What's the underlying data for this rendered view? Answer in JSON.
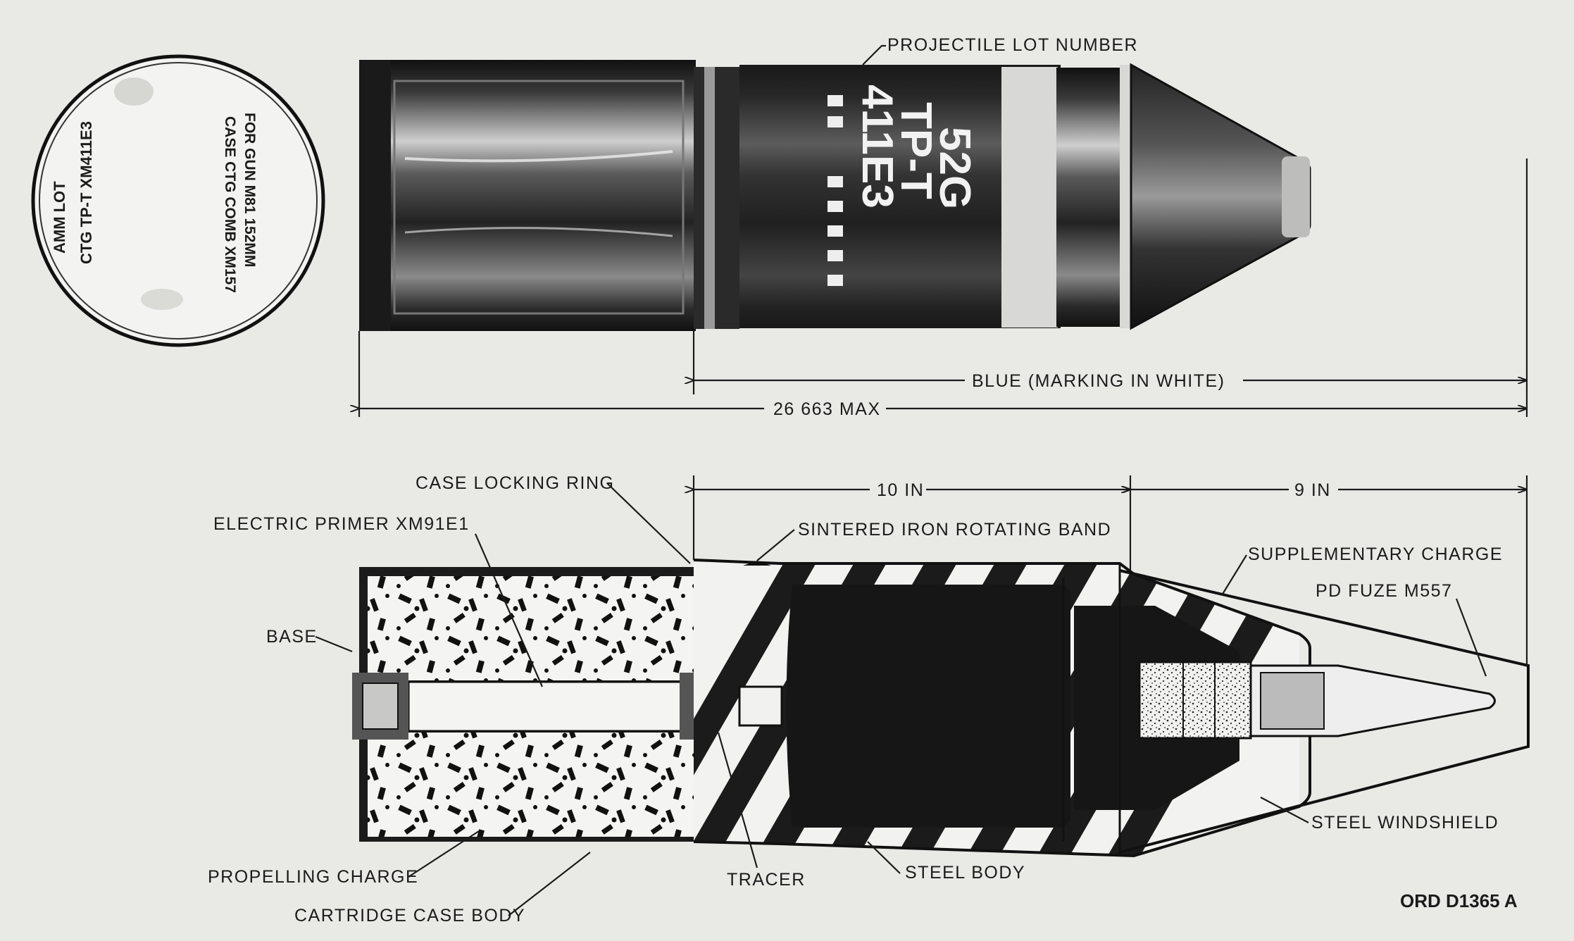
{
  "base_marking": {
    "line1": "AMM LOT",
    "line2": "CTG TP-T XM411E3",
    "line3": "CASE CTG COMB XM157",
    "line4": "FOR GUN M81 152MM"
  },
  "projectile_marking": {
    "line1": "52G",
    "line2": "TP-T",
    "line3": "411E3"
  },
  "labels": {
    "projectile_lot_number": "PROJECTILE LOT NUMBER",
    "blue_marking": "BLUE (MARKING IN WHITE)",
    "overall_length": "26 663 MAX",
    "case_locking_ring": "CASE LOCKING RING",
    "electric_primer": "ELECTRIC PRIMER XM91E1",
    "base": "BASE",
    "propelling_charge": "PROPELLING CHARGE",
    "cartridge_case_body": "CARTRIDGE CASE BODY",
    "tracer": "TRACER",
    "steel_body": "STEEL BODY",
    "sintered_band": "SINTERED IRON ROTATING BAND",
    "supplementary_charge": "SUPPLEMENTARY CHARGE",
    "pd_fuze": "PD FUZE M557",
    "steel_windshield": "STEEL WINDSHIELD",
    "dim_10": "10 IN",
    "dim_9": "9 IN",
    "figure_id": "ORD D1365 A"
  },
  "colors": {
    "background": "#e9e9e6",
    "ink": "#1b1b1b",
    "marking": "#f2f2f2"
  }
}
